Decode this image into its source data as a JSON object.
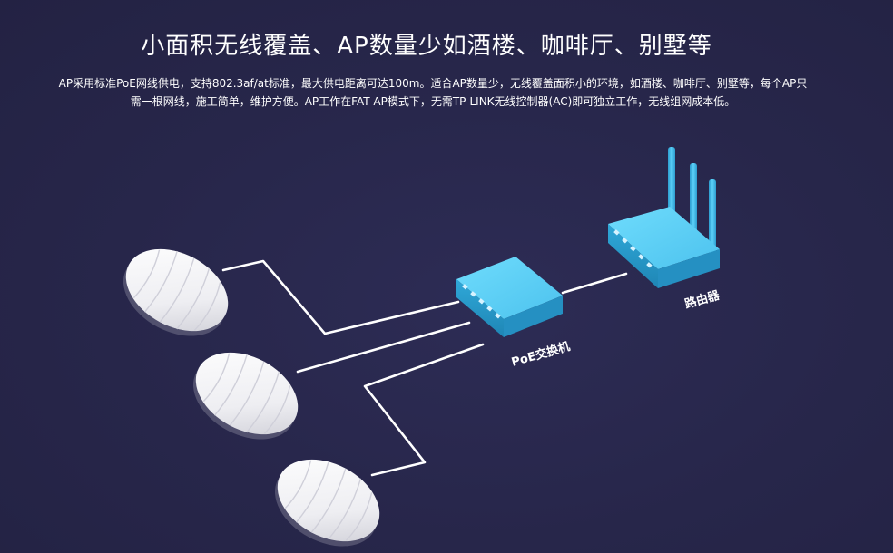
{
  "header": {
    "title": "小面积无线覆盖、AP数量少如酒楼、咖啡厅、别墅等",
    "description": "AP采用标准PoE网线供电，支持802.3af/at标准，最大供电距离可达100m。适合AP数量少，无线覆盖面积小的环境，如酒楼、咖啡厅、别墅等，每个AP只需一根网线，施工简单，维护方便。AP工作在FAT AP模式下，无需TP-LINK无线控制器(AC)即可独立工作，无线组网成本低。"
  },
  "diagram": {
    "switch_label": "PoE交换机",
    "router_label": "路由器",
    "colors": {
      "background": "#27264a",
      "device_top": "#5ccff5",
      "device_side": "#2a9fcf",
      "cable": "#ffffff",
      "ap_body": "#f2f2f4"
    },
    "nodes": [
      {
        "id": "ap-1",
        "type": "access-point"
      },
      {
        "id": "ap-2",
        "type": "access-point"
      },
      {
        "id": "ap-3",
        "type": "access-point"
      },
      {
        "id": "poe-switch",
        "type": "switch"
      },
      {
        "id": "router",
        "type": "router"
      }
    ],
    "edges": [
      {
        "from": "ap-1",
        "to": "poe-switch"
      },
      {
        "from": "ap-2",
        "to": "poe-switch"
      },
      {
        "from": "ap-3",
        "to": "poe-switch"
      },
      {
        "from": "poe-switch",
        "to": "router"
      }
    ]
  }
}
